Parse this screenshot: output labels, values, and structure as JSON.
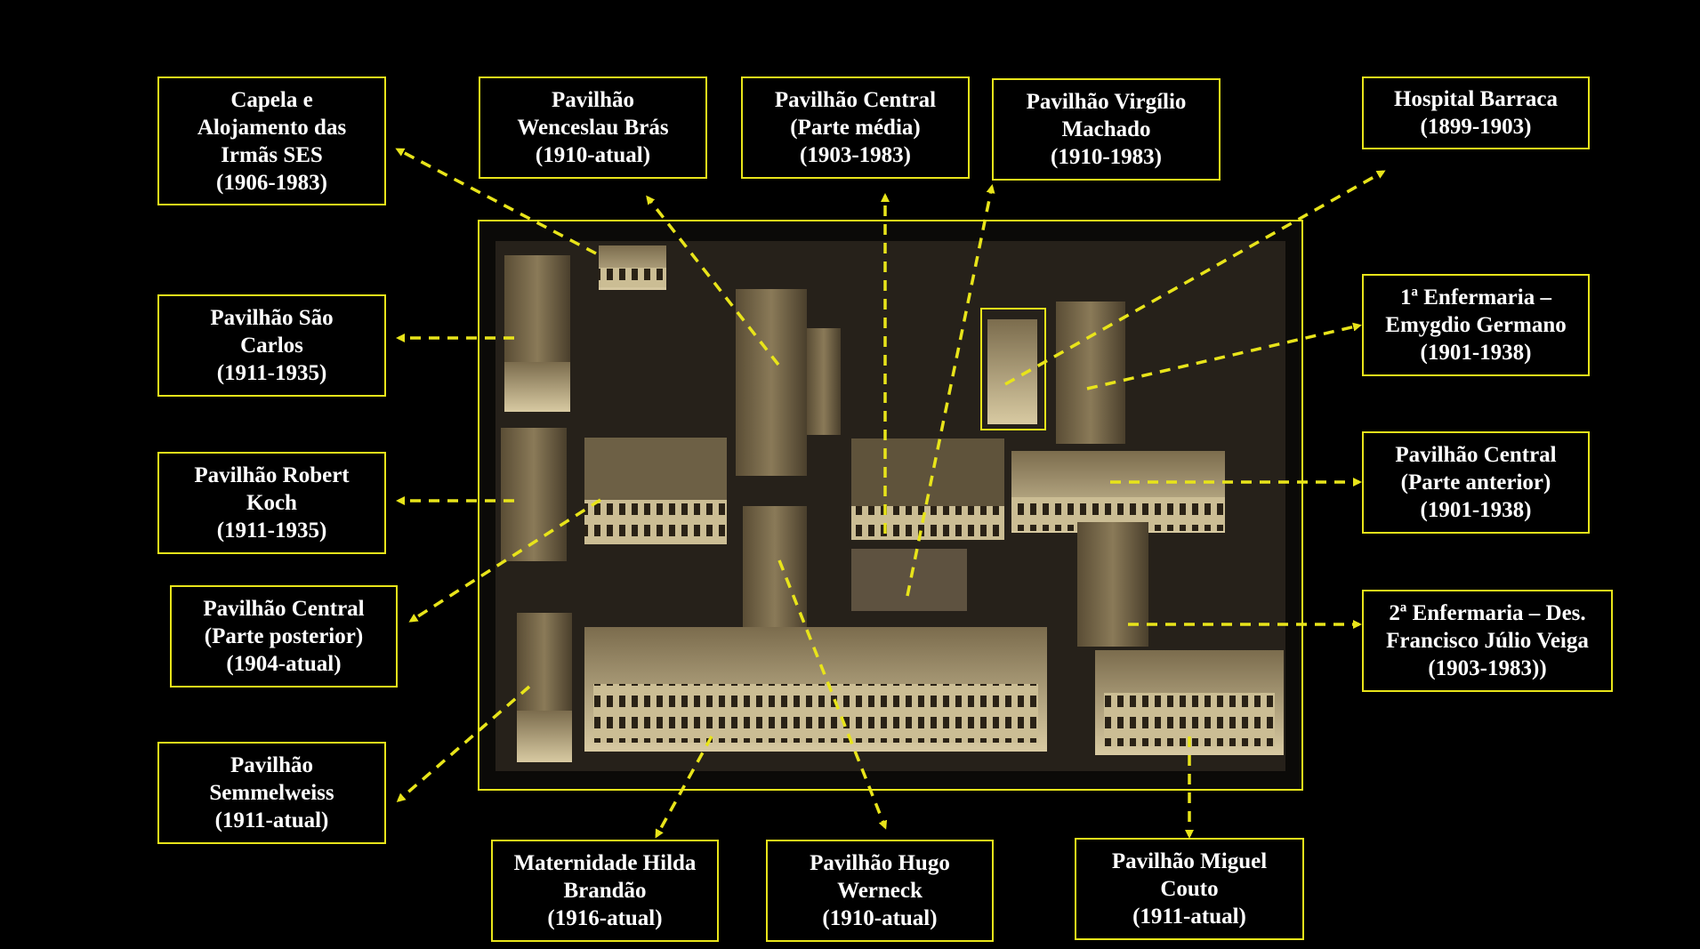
{
  "colors": {
    "accent": "#e8e41a",
    "background": "#000000",
    "text": "#ffffff",
    "photo_sepia_dark": "#2b2417",
    "photo_sepia_light": "#cdbd93"
  },
  "labels": {
    "capela": {
      "lines": [
        "Capela e",
        "Alojamento das",
        "Irmãs SES",
        "(1906-1983)"
      ]
    },
    "wenceslau": {
      "lines": [
        "Pavilhão",
        "Wenceslau Brás",
        "(1910-atual)"
      ]
    },
    "central_media": {
      "lines": [
        "Pavilhão Central",
        "(Parte média)",
        "(1903-1983)"
      ]
    },
    "virgilio": {
      "lines": [
        "Pavilhão Virgílio",
        "Machado",
        "(1910-1983)"
      ]
    },
    "barraca": {
      "lines": [
        "Hospital Barraca",
        "(1899-1903)"
      ]
    },
    "sao_carlos": {
      "lines": [
        "Pavilhão  São",
        "Carlos",
        "(1911-1935)"
      ]
    },
    "enfermaria1": {
      "lines": [
        "1ª Enfermaria –",
        "Emygdio Germano",
        "(1901-1938)"
      ]
    },
    "koch": {
      "lines": [
        "Pavilhão  Robert",
        "Koch",
        "(1911-1935)"
      ]
    },
    "central_anterior": {
      "lines": [
        "Pavilhão Central",
        "(Parte anterior)",
        "(1901-1938)"
      ]
    },
    "central_posterior": {
      "lines": [
        "Pavilhão Central",
        "(Parte posterior)",
        "(1904-atual)"
      ]
    },
    "enfermaria2": {
      "lines": [
        "2ª Enfermaria – Des.",
        "Francisco Júlio Veiga",
        "(1903-1983))"
      ]
    },
    "semmelweiss": {
      "lines": [
        "Pavilhão",
        "Semmelweiss",
        "(1911-atual)"
      ]
    },
    "maternidade": {
      "lines": [
        "Maternidade Hilda",
        "Brandão",
        "(1916-atual)"
      ]
    },
    "werneck": {
      "lines": [
        "Pavilhão  Hugo",
        "Werneck",
        "(1910-atual)"
      ]
    },
    "couto": {
      "lines": [
        "Pavilhão  Miguel",
        "Couto",
        "(1911-atual)"
      ]
    }
  }
}
